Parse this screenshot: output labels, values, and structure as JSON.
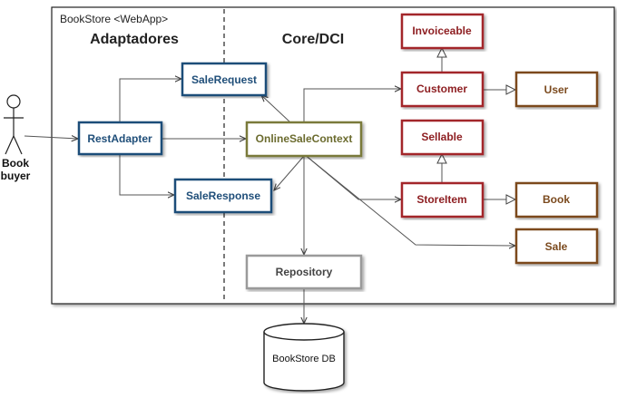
{
  "system_title": "BookStore <WebApp>",
  "sections": {
    "left": "Adaptadores",
    "right": "Core/DCI"
  },
  "actor": {
    "line1": "Book",
    "line2": "buyer"
  },
  "boxes": {
    "sale_request": "SaleRequest",
    "rest_adapter": "RestAdapter",
    "sale_response": "SaleResponse",
    "online_sale_context": "OnlineSaleContext",
    "repository": "Repository",
    "invoiceable": "Invoiceable",
    "customer": "Customer",
    "user": "User",
    "sellable": "Sellable",
    "store_item": "StoreItem",
    "book": "Book",
    "sale": "Sale"
  },
  "database": "BookStore DB",
  "colors": {
    "adapter": "#1f4e79",
    "context": "#7a7a3a",
    "repository": "#9a9a9a",
    "role": "#a3262a",
    "entity": "#7b4a1e",
    "line": "#555555"
  }
}
